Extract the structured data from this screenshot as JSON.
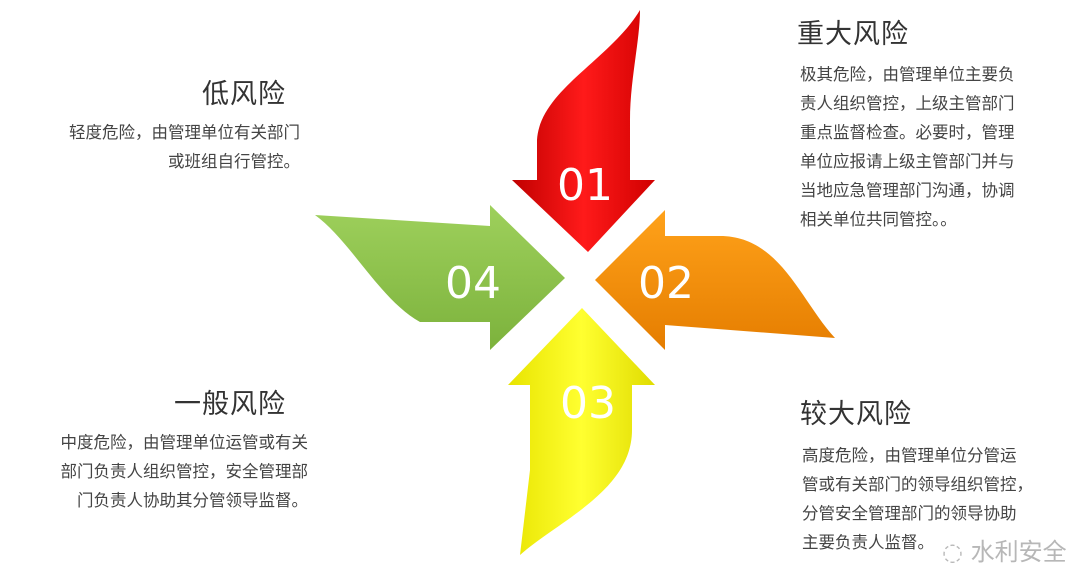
{
  "colors": {
    "major": "#e8000b",
    "large": "#f79000",
    "general": "#f2ee00",
    "low": "#8cc34a"
  },
  "quadrants": [
    {
      "number": "01",
      "title": "重大风险",
      "desc": [
        "极其危险，由管理单位主要负",
        "责人组织管控，上级主管部门",
        "重点监督检查。必要时，管理",
        "单位应报请上级主管部门并与",
        "当地应急管理部门沟通，协调",
        "相关单位共同管控。。"
      ]
    },
    {
      "number": "02",
      "title": "较大风险",
      "desc": [
        "高度危险，由管理单位分管运",
        "管或有关部门的领导组织管控，",
        "分管安全管理部门的领导协助",
        "主要负责人监督。"
      ]
    },
    {
      "number": "03",
      "title": "一般风险",
      "desc": [
        "中度危险，由管理单位运管或有关",
        "部门负责人组织管控，安全管理部",
        "门负责人协助其分管领导监督。"
      ]
    },
    {
      "number": "04",
      "title": "低风险",
      "desc": [
        "轻度危险，由管理单位有关部门",
        "或班组自行管控。"
      ]
    }
  ],
  "watermark": "水利安全"
}
